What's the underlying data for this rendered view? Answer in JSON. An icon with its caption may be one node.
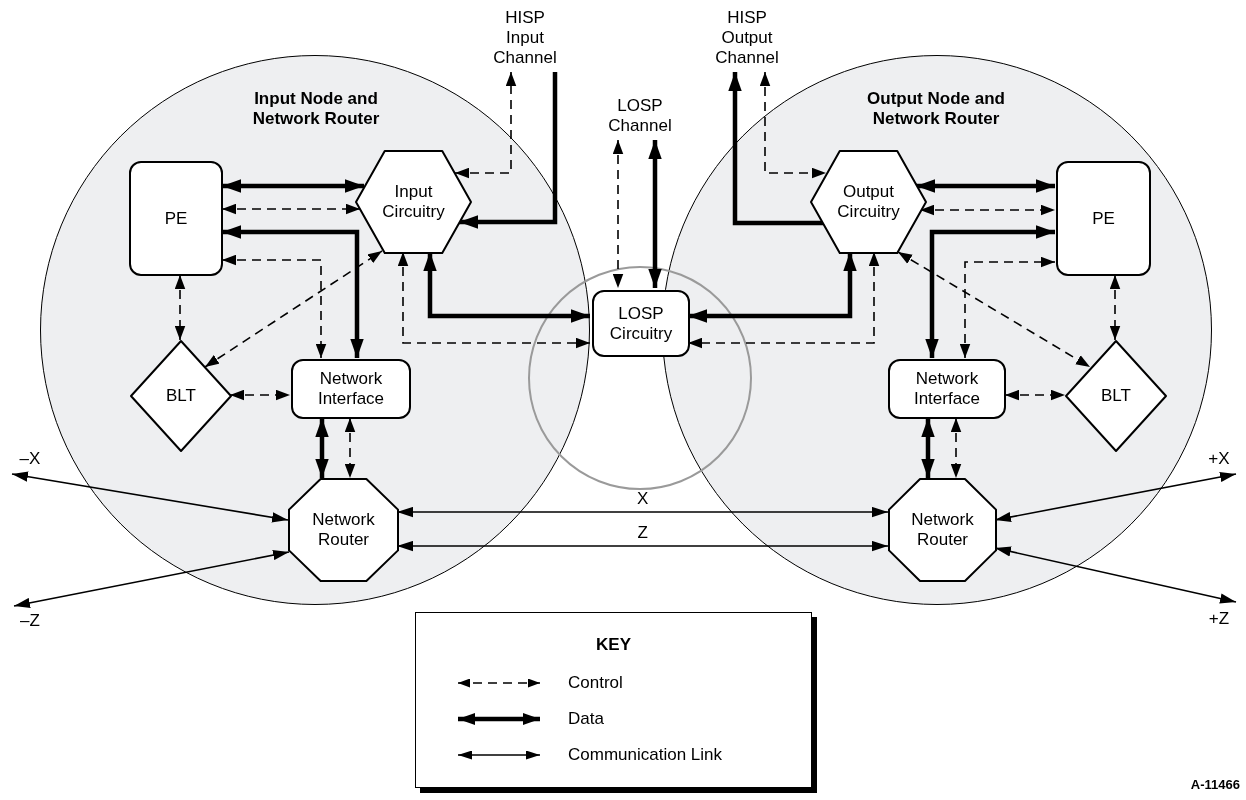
{
  "diagram": {
    "nodes": [
      {
        "text": [
          "Input Node and Network Router"
        ]
      },
      {
        "text": [
          "PE"
        ],
        "in": 0
      },
      {
        "text": [
          "Input Circuitry"
        ],
        "in": 0
      },
      {
        "text": [
          "BLT"
        ],
        "in": 0
      },
      {
        "text": [
          "Network Interface"
        ],
        "in": 0
      },
      {
        "text": [
          "Network Router"
        ],
        "in": 0
      },
      {
        "text": [],
        "shape": "circle"
      },
      {
        "text": [
          "LOSP Circuitry"
        ],
        "in": 6
      },
      {
        "text": [
          "Output Node and Network Router"
        ]
      },
      {
        "text": [
          "Output Circuitry"
        ],
        "in": 8
      },
      {
        "text": [
          "PE"
        ],
        "in": 8
      },
      {
        "text": [
          "BLT"
        ],
        "in": 8
      },
      {
        "text": [
          "Network Interface"
        ],
        "in": 8
      },
      {
        "text": [
          "Network Router"
        ],
        "in": 8
      },
      {
        "text": [
          "HISP Input Channel"
        ]
      },
      {
        "text": [
          "LOSP Channel"
        ]
      },
      {
        "text": [
          "HISP Output Channel"
        ]
      },
      {
        "text": [
          "–X"
        ]
      },
      {
        "text": [
          "–Z"
        ]
      },
      {
        "text": [
          "+X"
        ]
      },
      {
        "text": [
          "+Z"
        ]
      }
    ],
    "edges": [
      {
        "from": 1,
        "to": 2,
        "arrow": "both",
        "style": "thick"
      },
      {
        "from": 1,
        "to": 2,
        "arrow": "both",
        "style": "dashed"
      },
      {
        "from": 1,
        "to": 4,
        "arrow": "both",
        "style": "thick"
      },
      {
        "from": 1,
        "to": 4,
        "arrow": "both",
        "style": "dashed"
      },
      {
        "from": 1,
        "to": 3,
        "arrow": "both",
        "style": "dashed"
      },
      {
        "from": 3,
        "to": 2,
        "arrow": "both",
        "style": "dashed"
      },
      {
        "from": 3,
        "to": 4,
        "arrow": "both",
        "style": "dashed"
      },
      {
        "from": 4,
        "to": 5,
        "arrow": "both",
        "style": "thick"
      },
      {
        "from": 4,
        "to": 5,
        "arrow": "both",
        "style": "dashed"
      },
      {
        "from": 2,
        "to": 14,
        "arrow": "both",
        "style": "dashed"
      },
      {
        "from": 14,
        "to": 2,
        "arrow": "to",
        "style": "thick"
      },
      {
        "from": 2,
        "to": 7,
        "arrow": "both",
        "style": "thick"
      },
      {
        "from": 2,
        "to": 7,
        "arrow": "both",
        "style": "dashed"
      },
      {
        "from": 15,
        "to": 7,
        "arrow": "both",
        "style": "dashed"
      },
      {
        "from": 15,
        "to": 7,
        "arrow": "both",
        "style": "thick"
      },
      {
        "from": 9,
        "to": 7,
        "arrow": "both",
        "style": "thick"
      },
      {
        "from": 9,
        "to": 7,
        "arrow": "both",
        "style": "dashed"
      },
      {
        "from": 9,
        "to": 16,
        "arrow": "to",
        "style": "thick"
      },
      {
        "from": 16,
        "to": 9,
        "arrow": "both",
        "style": "dashed"
      },
      {
        "from": 9,
        "to": 10,
        "arrow": "both",
        "style": "thick"
      },
      {
        "from": 9,
        "to": 10,
        "arrow": "both",
        "style": "dashed"
      },
      {
        "from": 12,
        "to": 10,
        "arrow": "both",
        "style": "thick"
      },
      {
        "from": 12,
        "to": 10,
        "arrow": "both",
        "style": "dashed"
      },
      {
        "from": 9,
        "to": 11,
        "arrow": "both",
        "style": "dashed"
      },
      {
        "from": 10,
        "to": 11,
        "arrow": "both",
        "style": "dashed"
      },
      {
        "from": 12,
        "to": 11,
        "arrow": "both",
        "style": "dashed"
      },
      {
        "from": 12,
        "to": 13,
        "arrow": "both",
        "style": "thick"
      },
      {
        "from": 12,
        "to": 13,
        "arrow": "both",
        "style": "dashed"
      },
      {
        "from": 5,
        "to": 13,
        "arrow": "both",
        "label": "X"
      },
      {
        "from": 5,
        "to": 13,
        "arrow": "both",
        "label": "Z"
      },
      {
        "from": 5,
        "to": 17,
        "arrow": "both"
      },
      {
        "from": 5,
        "to": 18,
        "arrow": "both"
      },
      {
        "from": 13,
        "to": 19,
        "arrow": "both"
      },
      {
        "from": 13,
        "to": 20,
        "arrow": "both"
      }
    ],
    "labels": [
      "KEY",
      "A-11466"
    ],
    "legend": [
      {
        "text": "Control"
      },
      {
        "text": "Data"
      },
      {
        "text": "Communication Link"
      }
    ]
  }
}
